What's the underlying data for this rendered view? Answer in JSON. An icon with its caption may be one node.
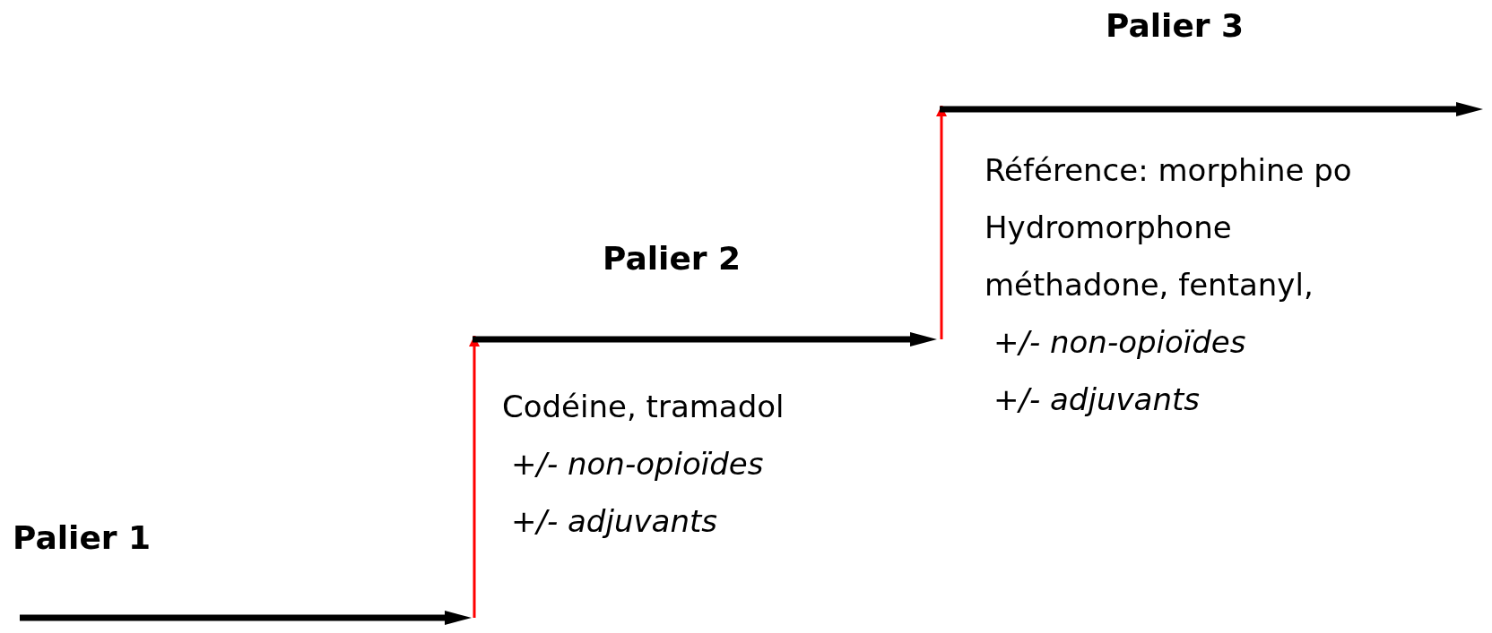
{
  "diagram": {
    "nodes": [
      {
        "text": [
          "Palier 1"
        ]
      },
      {
        "text": [
          "Palier 2"
        ],
        "beside": [
          "Codéine, tramadol",
          "+/- non-opioïdes",
          "+/- adjuvants"
        ]
      },
      {
        "text": [
          "Palier 3"
        ],
        "beside": [
          "Référence: morphine po",
          "Hydromorphone",
          "méthadone, fentanyl,",
          "+/- non-opioïdes",
          "+/- adjuvants"
        ]
      }
    ],
    "edges": [
      {
        "from": 0,
        "to": 1,
        "arrow": "to"
      },
      {
        "from": 1,
        "to": 2,
        "arrow": "to"
      }
    ]
  }
}
